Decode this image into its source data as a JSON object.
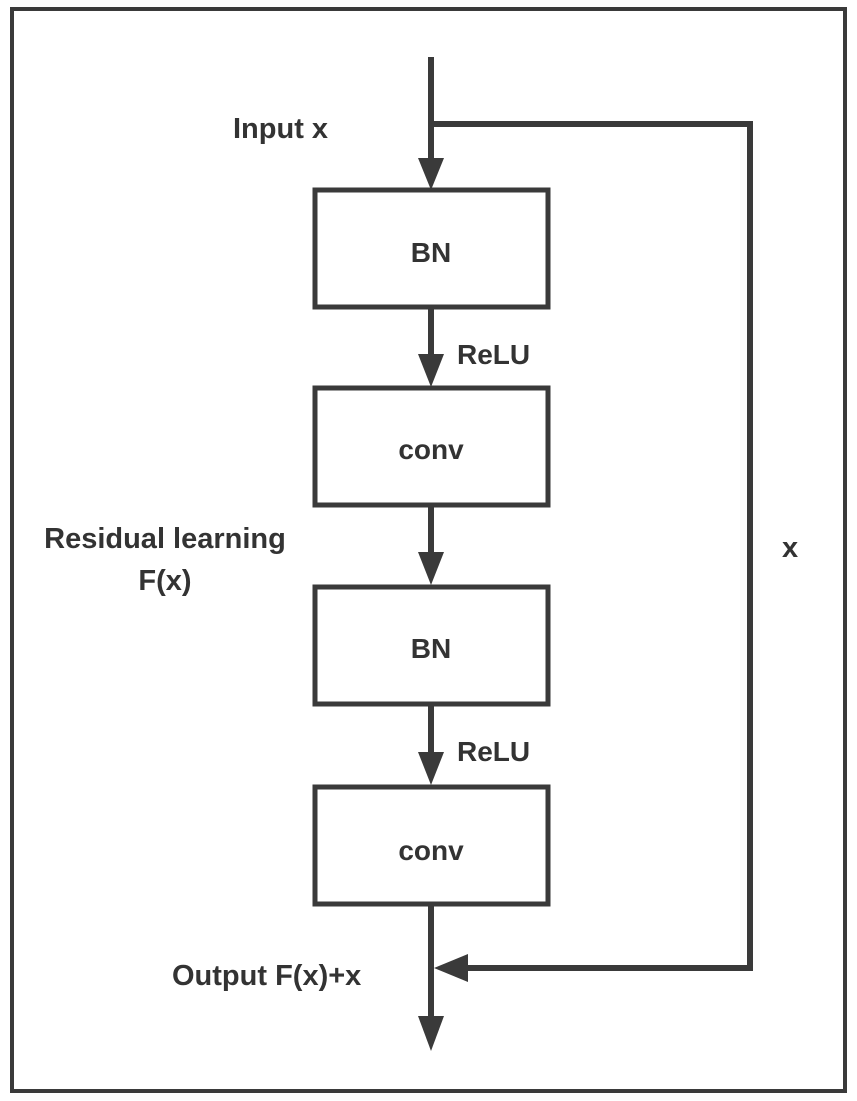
{
  "diagram": {
    "input_label": "Input x",
    "nodes": [
      {
        "id": "bn1",
        "label": "BN"
      },
      {
        "id": "conv1",
        "label": "conv"
      },
      {
        "id": "bn2",
        "label": "BN"
      },
      {
        "id": "conv2",
        "label": "conv"
      }
    ],
    "edge_labels": {
      "relu_1": "ReLU",
      "relu_2": "ReLU"
    },
    "residual_label_line1": "Residual learning",
    "residual_label_line2": "F(x)",
    "skip_label": "x",
    "output_label": "Output F(x)+x",
    "colors": {
      "stroke": "#3a3a3a",
      "text": "#333333",
      "background": "#ffffff"
    }
  }
}
